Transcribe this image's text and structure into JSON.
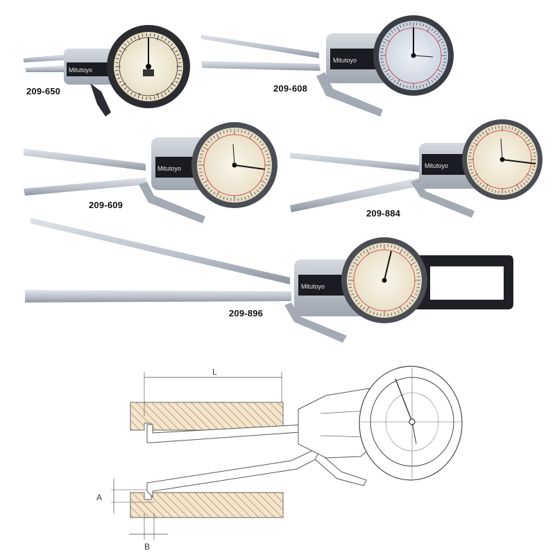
{
  "models": [
    {
      "id": "209-650",
      "brand": "Mitutoyo"
    },
    {
      "id": "209-608",
      "brand": "Mitutoyo"
    },
    {
      "id": "209-609",
      "brand": "Mitutoyo"
    },
    {
      "id": "209-884",
      "brand": "Mitutoyo"
    },
    {
      "id": "209-896",
      "brand": "Mitutoyo"
    }
  ],
  "diagram": {
    "dimension_length": "L",
    "dimension_a": "A",
    "dimension_b": "B"
  },
  "colors": {
    "arm": "#c4cad2",
    "arm_shadow": "#8e96a2",
    "body": "#b9bfc8",
    "label_plate": "#1a1c22",
    "dial_bezel": "#2a2c30",
    "dial_face_warm": "#f2ead6",
    "dial_face_blue": "#d9dfea",
    "dial_numerals": "#cc3a1e",
    "hatch": "#c9a06a",
    "line": "#444444"
  }
}
